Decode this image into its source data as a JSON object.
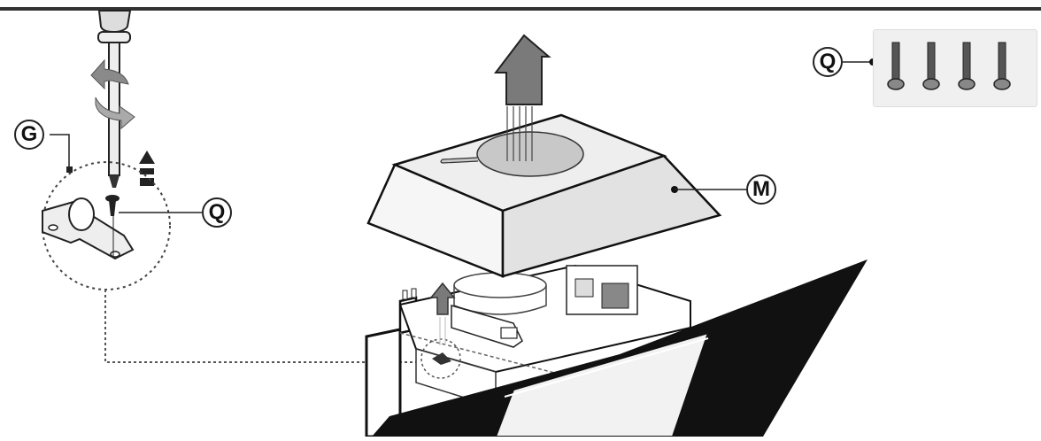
{
  "diagram": {
    "type": "assembly-instruction",
    "description": "Exploded view: removing cover M from extractor hood motor housing after unscrewing screw Q from bracket G",
    "labels": {
      "G": "G",
      "Q_detail": "Q",
      "M": "M",
      "Q_parts": "Q"
    },
    "parts_box": {
      "label": "Q",
      "screw_count": 4,
      "icon": "screw-icon"
    },
    "callouts": [
      {
        "id": "G",
        "target": "bracket"
      },
      {
        "id": "Q",
        "target": "screw"
      },
      {
        "id": "M",
        "target": "cover"
      }
    ],
    "arrows": [
      {
        "name": "lift-cover-arrow",
        "direction": "up"
      },
      {
        "name": "lift-screw-arrow",
        "direction": "up"
      },
      {
        "name": "lift-bracket-arrow",
        "direction": "up"
      },
      {
        "name": "rotate-unscrew-arrow",
        "direction": "counterclockwise"
      }
    ],
    "colors": {
      "line": "#111111",
      "arrow_fill": "#7a7a7a",
      "cover_fill": "#e6e6e6",
      "hood_glass": "#111111",
      "parts_box_bg": "#f0f0f0"
    }
  }
}
